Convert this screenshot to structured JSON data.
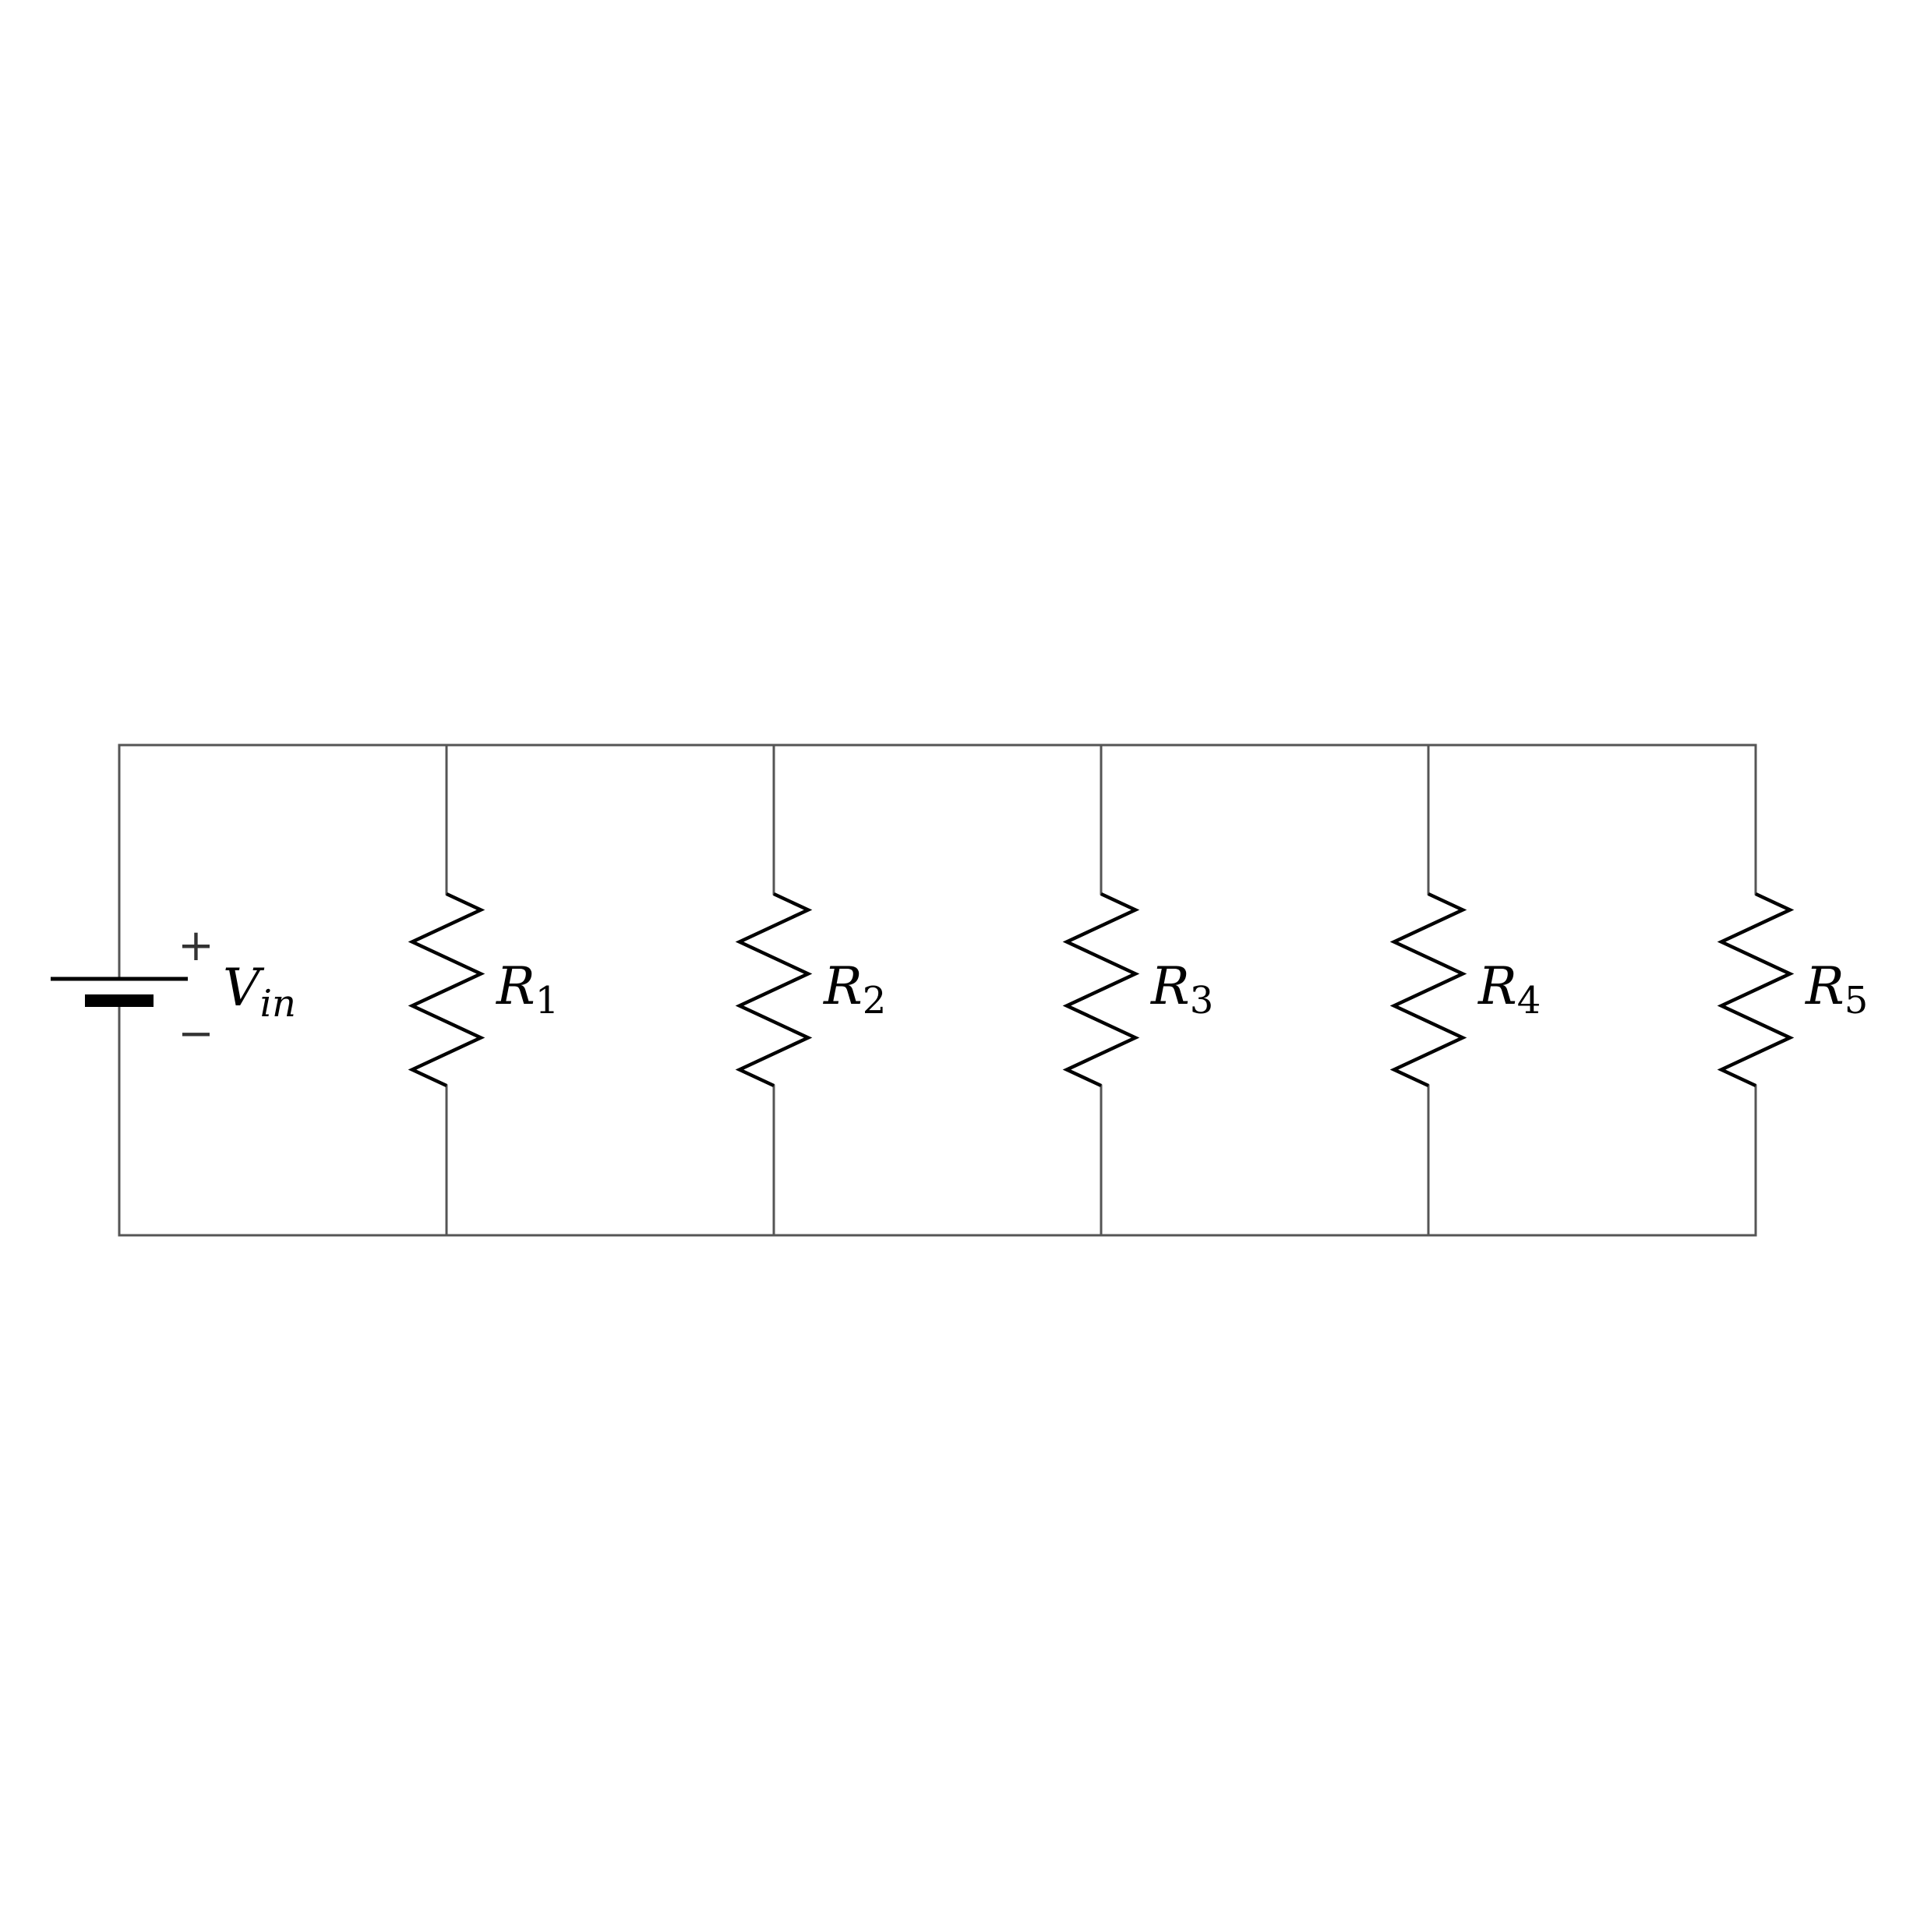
{
  "source": {
    "name": "V",
    "subscript": "in",
    "plus_sign": "+",
    "minus_sign": "−"
  },
  "resistors": [
    {
      "name": "R",
      "subscript": "1"
    },
    {
      "name": "R",
      "subscript": "2"
    },
    {
      "name": "R",
      "subscript": "3"
    },
    {
      "name": "R",
      "subscript": "4"
    },
    {
      "name": "R",
      "subscript": "5"
    }
  ]
}
